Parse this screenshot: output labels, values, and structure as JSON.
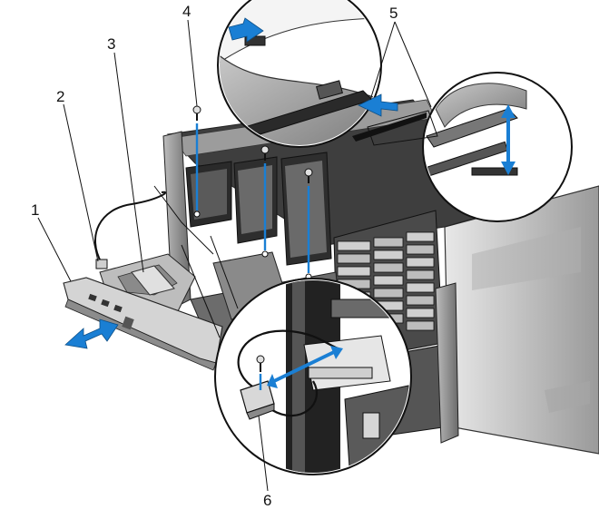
{
  "callouts": {
    "c1": "1",
    "c2": "2",
    "c3": "3",
    "c4": "4",
    "c5": "5",
    "c6": "6"
  },
  "colors": {
    "arrow": "#1a7fd4",
    "outline": "#111111",
    "metal_dark": "#4a4a4a",
    "metal_mid": "#8c8c8c",
    "metal_light": "#cfcfcf",
    "background": "#ffffff"
  },
  "icons": {
    "arrow": "blue-double-arrow",
    "screw": "screw-icon"
  }
}
